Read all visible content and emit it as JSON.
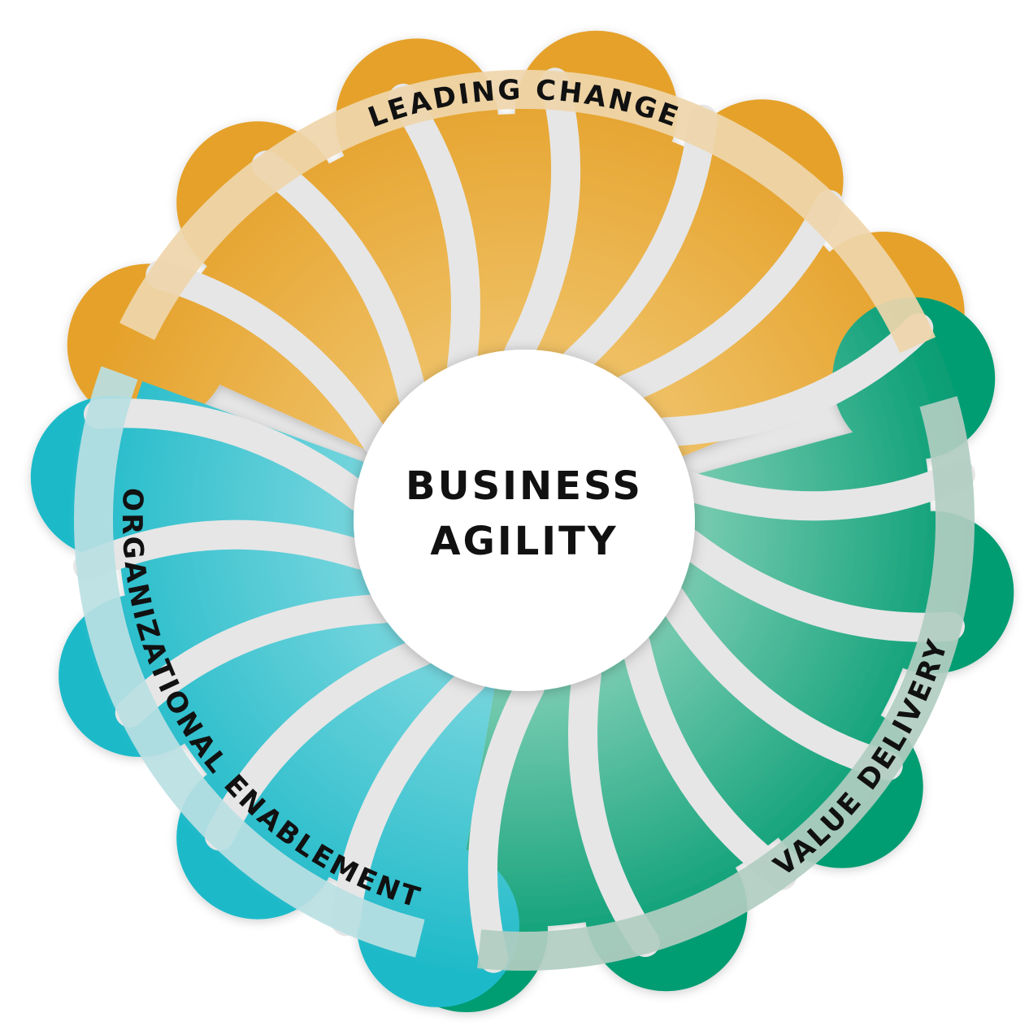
{
  "center": {
    "line1": "BUSINESS",
    "line2": "AGILITY"
  },
  "sections": [
    {
      "id": "leading-change",
      "label": "LEADING CHANGE",
      "petal_color": "#e5a12a",
      "inner_color": "#f0c46c",
      "ring_color": "#efd6ab"
    },
    {
      "id": "value-delivery",
      "label": "VALUE DELIVERY",
      "petal_color": "#049c72",
      "inner_color": "#86d1b8",
      "ring_color": "#b1cdc1"
    },
    {
      "id": "organizational-enablement",
      "label": "ORGANIZATIONAL ENABLEMENT",
      "petal_color": "#1fbac9",
      "inner_color": "#7fd8df",
      "ring_color": "#badfe3"
    }
  ],
  "colors": {
    "background": "#ffffff",
    "separator": "#e6e6e6",
    "center_fill": "#ffffff",
    "text": "#111111"
  }
}
